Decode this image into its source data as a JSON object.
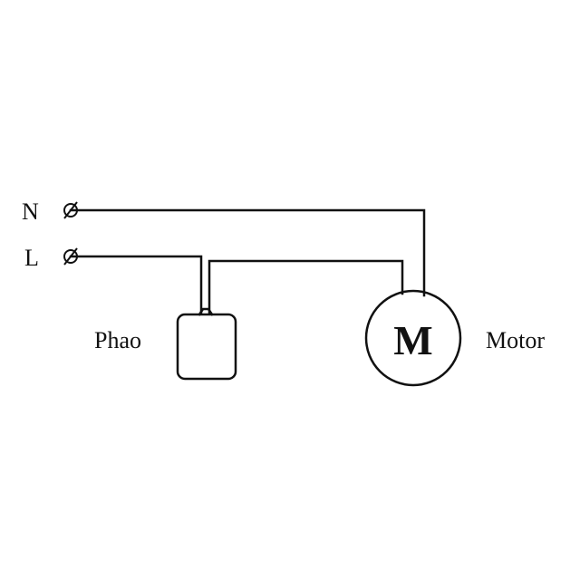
{
  "terminals": {
    "n_label": "N",
    "l_label": "L"
  },
  "components": {
    "float_switch_label": "Phao",
    "motor_symbol": "M",
    "motor_label": "Motor"
  },
  "colors": {
    "line": "#111111",
    "background": "#ffffff"
  }
}
